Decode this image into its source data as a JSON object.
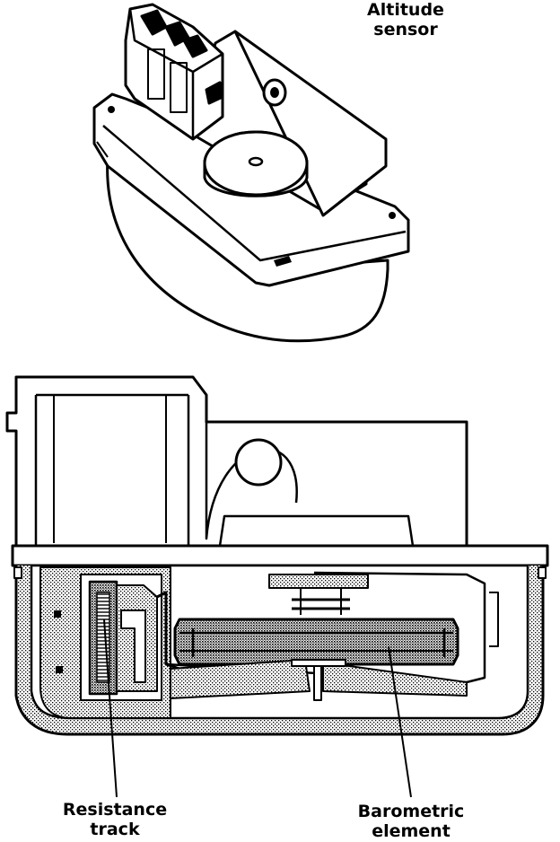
{
  "labels": {
    "altitude_sensor": [
      "Altitude",
      "sensor"
    ],
    "resistance_track": [
      "Resistance",
      "track"
    ],
    "barometric_element": [
      "Barometric",
      "element"
    ]
  },
  "colors": {
    "ink": "#000000",
    "paper": "#ffffff",
    "stipple": "#b8b8b8"
  }
}
